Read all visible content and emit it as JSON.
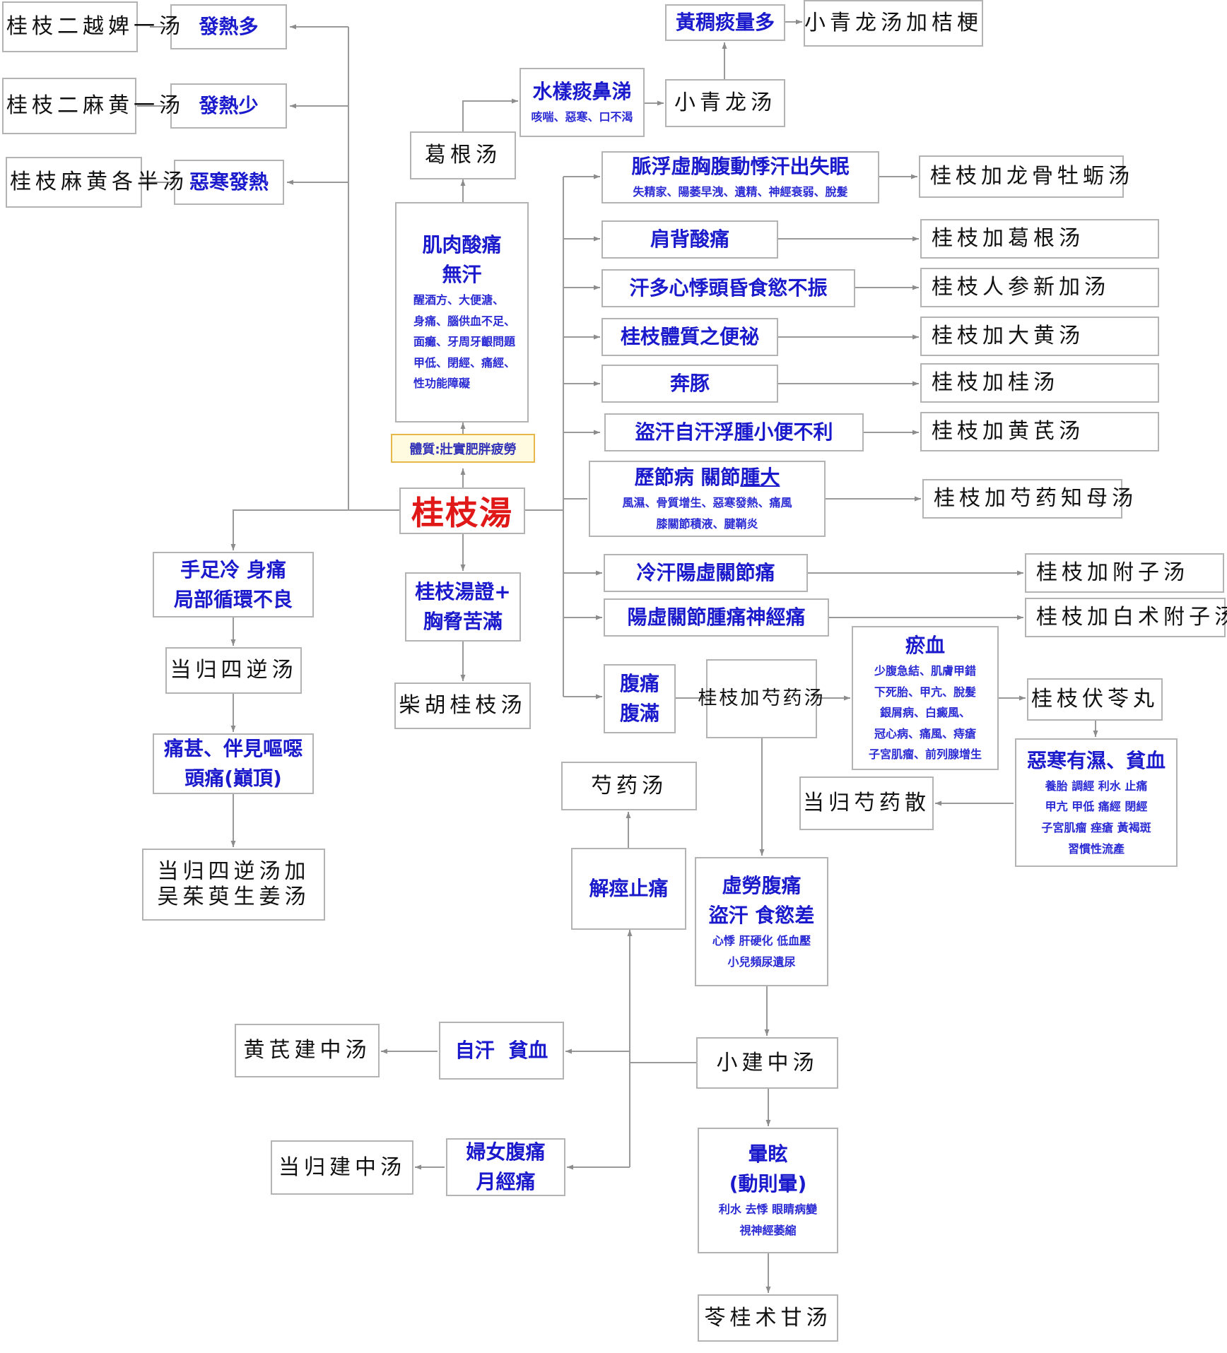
{
  "nodes": {
    "root": {
      "lines": [
        "桂枝湯"
      ]
    },
    "constitution": {
      "lines": [
        "體質:壯實肥胖疲勞"
      ]
    },
    "fever_many": {
      "lines": [
        "發熱多"
      ]
    },
    "fever_few": {
      "lines": [
        "發熱少"
      ]
    },
    "chill_fever": {
      "lines": [
        "惡寒發熱"
      ]
    },
    "guizhi_er_yuebi": {
      "lines": [
        "桂枝二越婢一汤"
      ]
    },
    "guizhi_er_mahuang": {
      "lines": [
        "桂枝二麻黄一汤"
      ]
    },
    "guizhi_mahuang_half": {
      "lines": [
        "桂枝麻黄各半汤"
      ]
    },
    "muscle_ache": {
      "lines": [
        "肌肉酸痛",
        "無汗"
      ],
      "small": [
        "醒酒方、大便溏、",
        "身痛、腦供血不足、",
        "面癱、牙周牙齦問題",
        "甲低、閉經、痛經、",
        "性功能障礙"
      ]
    },
    "gegen": {
      "lines": [
        "葛根汤"
      ]
    },
    "watery_phlegm": {
      "lines": [
        "水樣痰鼻涕"
      ],
      "small": [
        "咳喘、惡寒、口不渴"
      ]
    },
    "xiaoqinglong": {
      "lines": [
        "小青龙汤"
      ]
    },
    "yellow_phlegm": {
      "lines": [
        "黃稠痰量多"
      ]
    },
    "xiaoqinglong_jiegeng": {
      "lines": [
        "小青龙汤加桔梗"
      ]
    },
    "pulse_float": {
      "lines": [
        "脈浮虛胸腹動悸汗出失眠"
      ],
      "small": [
        "失精家、陽萎早洩、遺精、神經衰弱、脫髮"
      ]
    },
    "longgu_muli": {
      "lines": [
        "桂枝加龙骨牡蛎汤"
      ]
    },
    "shoulder_ache": {
      "lines": [
        "肩背酸痛"
      ]
    },
    "guizhi_gegen": {
      "lines": [
        "桂枝加葛根汤"
      ]
    },
    "sweat_palp": {
      "lines": [
        "汗多心悸頭昏食慾不振"
      ]
    },
    "renshen_xinjia": {
      "lines": [
        "桂枝人参新加汤"
      ]
    },
    "constipation": {
      "lines": [
        "桂枝體質之便祕"
      ]
    },
    "dahuang": {
      "lines": [
        "桂枝加大黄汤"
      ]
    },
    "bentun": {
      "lines": [
        "奔豚"
      ]
    },
    "jiagui": {
      "lines": [
        "桂枝加桂汤"
      ]
    },
    "night_sweat": {
      "lines": [
        "盜汗自汗浮腫小便不利"
      ]
    },
    "huangqi_add": {
      "lines": [
        "桂枝加黄芪汤"
      ]
    },
    "joint_disease": {
      "lines": [
        "歷節病 關節",
        "腫大"
      ],
      "small": [
        "風濕、骨質增生、惡寒發熱、痛風",
        "膝關節積液、腱鞘炎"
      ]
    },
    "shaoyao_zhimu": {
      "lines": [
        "桂枝加芍药知母汤"
      ]
    },
    "cold_sweat": {
      "lines": [
        "冷汗陽虛關節痛"
      ]
    },
    "fuzi": {
      "lines": [
        "桂枝加附子汤"
      ]
    },
    "yang_def_neural": {
      "lines": [
        "陽虛關節腫痛神經痛"
      ]
    },
    "baizhu_fuzi": {
      "lines": [
        "桂枝加白术附子汤"
      ]
    },
    "abd_pain": {
      "lines": [
        "腹痛",
        "腹滿"
      ]
    },
    "shaoyao_add": {
      "lines": [
        "桂枝加芍药汤"
      ]
    },
    "blood_stasis": {
      "lines": [
        "瘀血"
      ],
      "small": [
        "少腹急結、肌膚甲錯",
        "下死胎、甲亢、脫髮",
        "銀屑病、白癜風、",
        "冠心病、痛風、痔瘡",
        "子宮肌瘤、前列腺增生"
      ]
    },
    "fuling_wan": {
      "lines": [
        "桂枝伏苓丸"
      ]
    },
    "cold_damp": {
      "lines": [
        "惡寒有濕、貧血"
      ],
      "small": [
        "養胎 調經 利水 止痛",
        "甲亢 甲低 痛經 閉經",
        "子宮肌瘤 痤瘡 黃褐斑",
        "習慣性流產"
      ]
    },
    "danggui_shaoyao": {
      "lines": [
        "当归芍药散"
      ]
    },
    "cold_limbs": {
      "lines": [
        "手足冷 身痛",
        "局部循環不良"
      ]
    },
    "danggui_sini": {
      "lines": [
        "当归四逆汤"
      ]
    },
    "severe_pain": {
      "lines": [
        "痛甚、伴見嘔噁",
        "頭痛(巔頂)"
      ]
    },
    "danggui_sini_wuzhuyu": {
      "lines": [
        "当归四逆汤加",
        "吴茱萸生姜汤"
      ]
    },
    "chest_fullness": {
      "lines": [
        "桂枝湯證+",
        "胸脅苦滿"
      ]
    },
    "chaihu_guizhi": {
      "lines": [
        "柴胡桂枝汤"
      ]
    },
    "shaoyao_tang": {
      "lines": [
        "芍药汤"
      ]
    },
    "antispasm": {
      "lines": [
        "解痙止痛"
      ]
    },
    "fatigue_pain": {
      "lines": [
        "虛勞腹痛",
        "盜汗 食慾差"
      ],
      "small": [
        "心悸 肝硬化 低血壓",
        "小兒頻尿遺尿"
      ]
    },
    "xiaojianzhong": {
      "lines": [
        "小建中汤"
      ]
    },
    "spont_anemia": {
      "lines": [
        "自汗  貧血"
      ]
    },
    "huangqi_jianzhong": {
      "lines": [
        "黄芪建中汤"
      ]
    },
    "women_pain": {
      "lines": [
        "婦女腹痛",
        "月經痛"
      ]
    },
    "danggui_jianzhong": {
      "lines": [
        "当归建中汤"
      ]
    },
    "dizziness": {
      "lines": [
        "暈眩",
        "(動則暈)"
      ],
      "small": [
        "利水 去悸 眼睛病變",
        "視神經萎縮"
      ]
    },
    "linggui_zhugan": {
      "lines": [
        "苓桂术甘汤"
      ]
    }
  }
}
